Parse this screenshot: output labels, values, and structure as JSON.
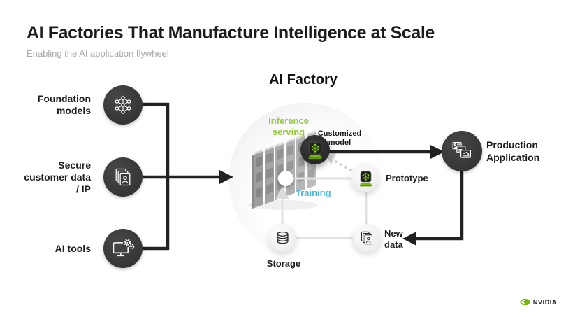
{
  "header": {
    "title": "AI Factories That Manufacture Intelligence at Scale",
    "subtitle": "Enabling the AI application flywheel"
  },
  "inputs": [
    {
      "label": "Foundation models",
      "icon": "neural-network-icon"
    },
    {
      "label": "Secure customer data / IP",
      "icon": "secure-documents-icon"
    },
    {
      "label": "AI tools",
      "icon": "monitor-gears-icon"
    }
  ],
  "factory": {
    "heading": "AI Factory",
    "inference_serving_label": "Inference serving",
    "training_label": "Training",
    "customized_model_label": "Customized model",
    "prototype_label": "Prototype",
    "storage_label": "Storage",
    "new_data_label": "New data"
  },
  "production": {
    "label": "Production Application"
  },
  "footer": {
    "brand": "NVIDIA"
  },
  "colors": {
    "nvidia_green": "#76b900",
    "inference_green": "#93c83d",
    "training_blue": "#45b8e8",
    "dark_node": "#3a3a3a",
    "flow_black": "#222222",
    "light_connector": "#e2e2e2"
  }
}
